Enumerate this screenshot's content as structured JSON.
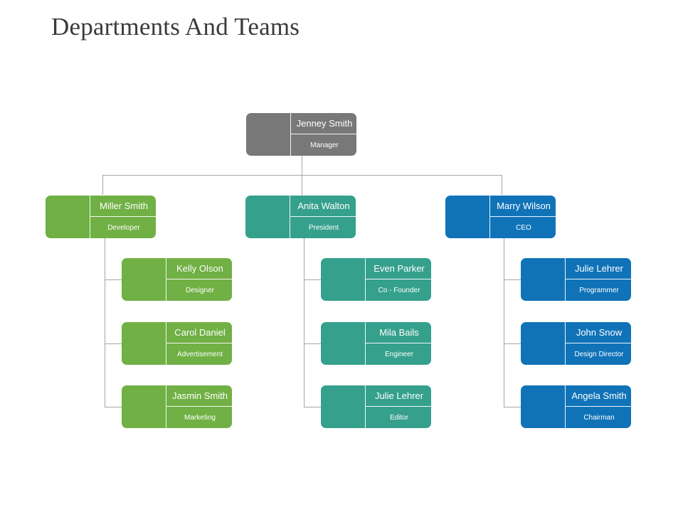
{
  "slide": {
    "title": "Departments And Teams",
    "background": "#ffffff",
    "title_color": "#3a3a3c",
    "connector_color": "#a6a6a6"
  },
  "colors": {
    "root": "#787878",
    "branch_green": "#70b044",
    "branch_teal": "#35a08c",
    "branch_blue": "#1073b8"
  },
  "chart_data": {
    "type": "org-chart",
    "title": "Departments And Teams",
    "root": {
      "id": "root",
      "name": "Jenney Smith",
      "role": "Manager",
      "color": "#787878"
    },
    "branches": [
      {
        "id": "branch-green",
        "color": "#70b044",
        "head": {
          "name": "Miller Smith",
          "role": "Developer"
        },
        "reports": [
          {
            "name": "Kelly Olson",
            "role": "Designer"
          },
          {
            "name": "Carol Daniel",
            "role": "Advertisement"
          },
          {
            "name": "Jasmin Smith",
            "role": "Marketing"
          }
        ]
      },
      {
        "id": "branch-teal",
        "color": "#35a08c",
        "head": {
          "name": "Anita Walton",
          "role": "President"
        },
        "reports": [
          {
            "name": "Even Parker",
            "role": "Co - Founder"
          },
          {
            "name": "Mila Bails",
            "role": "Engineer"
          },
          {
            "name": "Julie Lehrer",
            "role": "Editor"
          }
        ]
      },
      {
        "id": "branch-blue",
        "color": "#1073b8",
        "head": {
          "name": "Marry Wilson",
          "role": "CEO"
        },
        "reports": [
          {
            "name": "Julie Lehrer",
            "role": "Programmer"
          },
          {
            "name": "John Snow",
            "role": "Design Director"
          },
          {
            "name": "Angela Smith",
            "role": "Chairman"
          }
        ]
      }
    ]
  }
}
